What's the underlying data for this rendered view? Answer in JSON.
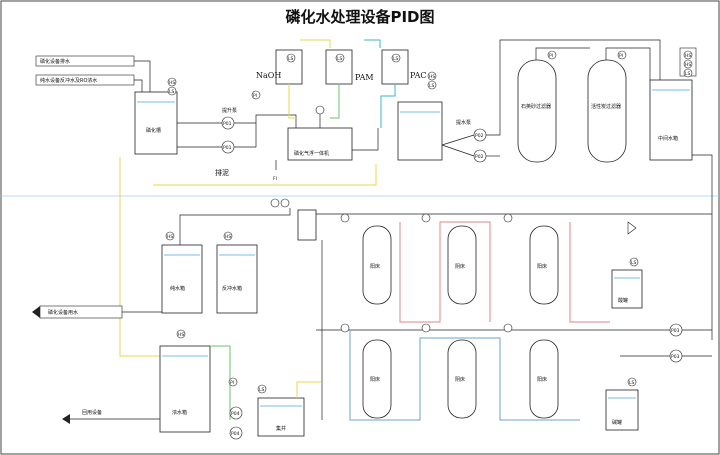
{
  "title": "磷化水处理设备PID图",
  "labels": {
    "phos_waste": "磷化设备排水",
    "pure_water_backwash": "纯水设备反冲水及RO浓水",
    "phos_tank": "磷化槽",
    "lift_pump": "提升泵",
    "reaction_unit": "磷化气浮一体机",
    "naoh": "NaOH",
    "pam": "PAM",
    "pac": "PAC",
    "pump_area": "提水泵",
    "sand_filter": "石英砂过滤器",
    "carbon_filter": "活性炭过滤器",
    "mid_tank": "中间水箱",
    "sludge": "排泥",
    "pure_tank": "纯水箱",
    "backwash_tank": "反冲水箱",
    "to_phos": "磷化设备用水",
    "resin_a1": "阳床",
    "resin_b1": "阴床",
    "resin_c1": "阳床",
    "resin_a2": "阳床",
    "resin_b2": "阴床",
    "resin_c2": "阳床",
    "acid_tank": "酸罐",
    "alkali_tank": "碱罐",
    "conc_tank": "浓水箱",
    "sump": "集井",
    "to_reuse": "回用设备"
  },
  "instruments": {
    "HS": "HS",
    "LS": "LS",
    "PI": "PI",
    "FI": "FI",
    "P01": "P01",
    "P02": "P02",
    "P03": "P03",
    "P04": "P04"
  },
  "colors": {
    "water": "#4aa6d8",
    "yellow_line": "#e8d84a",
    "green_line": "#6cc36c",
    "cyan_line": "#3ab6c8",
    "pink_line": "#d88a8a",
    "blue_line": "#6da0c8"
  }
}
